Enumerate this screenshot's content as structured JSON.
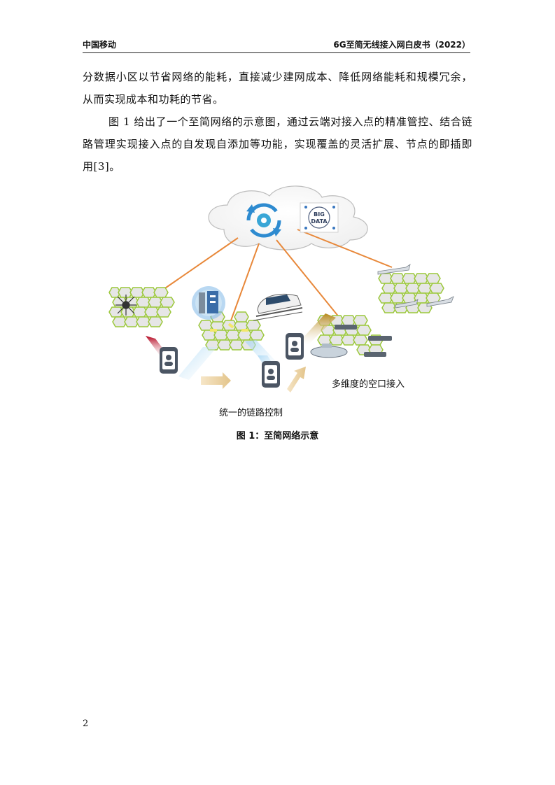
{
  "header": {
    "left": "中国移动",
    "right": "6G至简无线接入网白皮书（2022）"
  },
  "body": {
    "p1": "分数据小区以节省网络的能耗，直接减少建网成本、降低网络能耗和规模冗余，从而实现成本和功耗的节省。",
    "p2": "图 1 给出了一个至简网络的示意图，通过云端对接入点的精准管控、结合链路管理实现接入点的自发现自添加等功能，实现覆盖的灵活扩展、节点的即插即用[3]。"
  },
  "figure": {
    "big_data_lines": [
      "BIG",
      "DATA"
    ],
    "label_air": "多维度的空口接入",
    "label_link": "统一的链路控制",
    "caption": "图 1：至简网络示意"
  },
  "page_number": "2"
}
